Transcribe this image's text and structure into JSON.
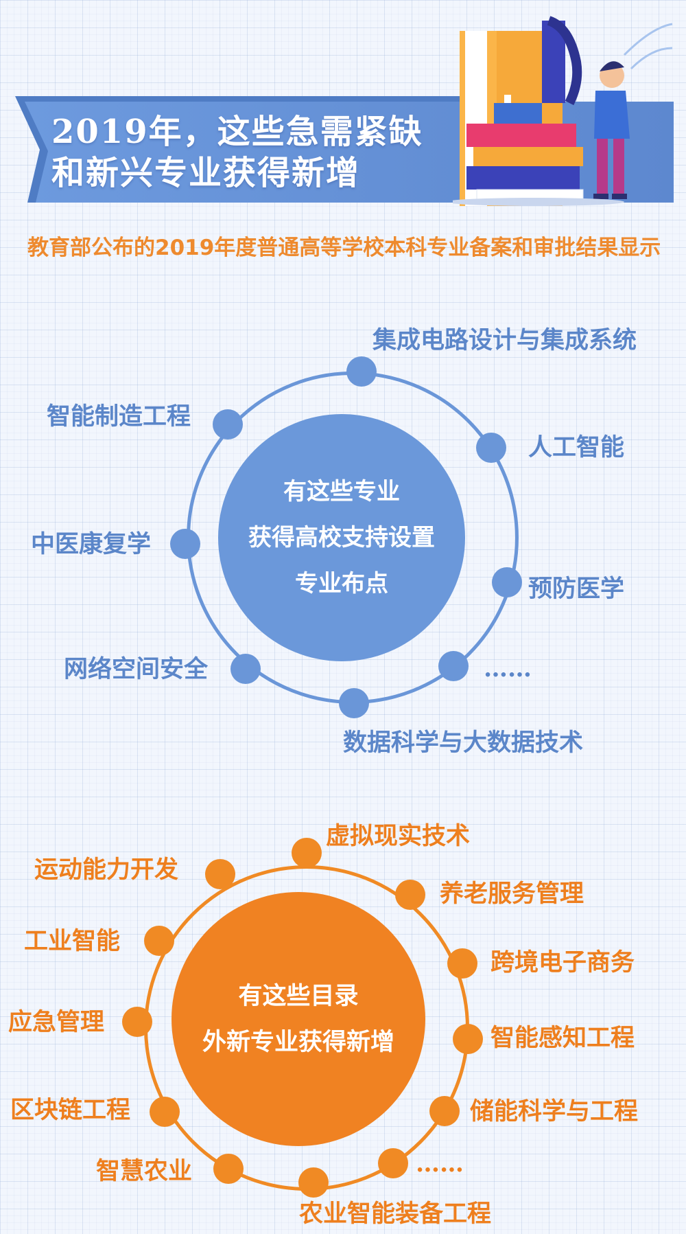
{
  "header": {
    "title_line1": "2019年，这些急需紧缺",
    "title_line2": "和新兴专业获得新增"
  },
  "intro": "教育部公布的2019年度普通高等学校本科专业备案和审批结果显示",
  "section1": {
    "center_lines": [
      "有这些专业",
      "获得高校支持设置",
      "专业布点"
    ],
    "items": [
      "集成电路设计与集成系统",
      "人工智能",
      "预防医学",
      "……",
      "数据科学与大数据技术",
      "网络空间安全",
      "中医康复学",
      "智能制造工程"
    ]
  },
  "section2": {
    "center_lines": [
      "有这些目录",
      "外新专业获得新增"
    ],
    "items": [
      "虚拟现实技术",
      "养老服务管理",
      "跨境电子商务",
      "智能感知工程",
      "储能科学与工程",
      "……",
      "农业智能装备工程",
      "智慧农业",
      "区块链工程",
      "应急管理",
      "工业智能",
      "运动能力开发"
    ]
  },
  "colors": {
    "blue": "#6a96d8",
    "orange": "#f08a24",
    "intro_text": "#ee8a2e",
    "background": "#f2f6fd"
  }
}
